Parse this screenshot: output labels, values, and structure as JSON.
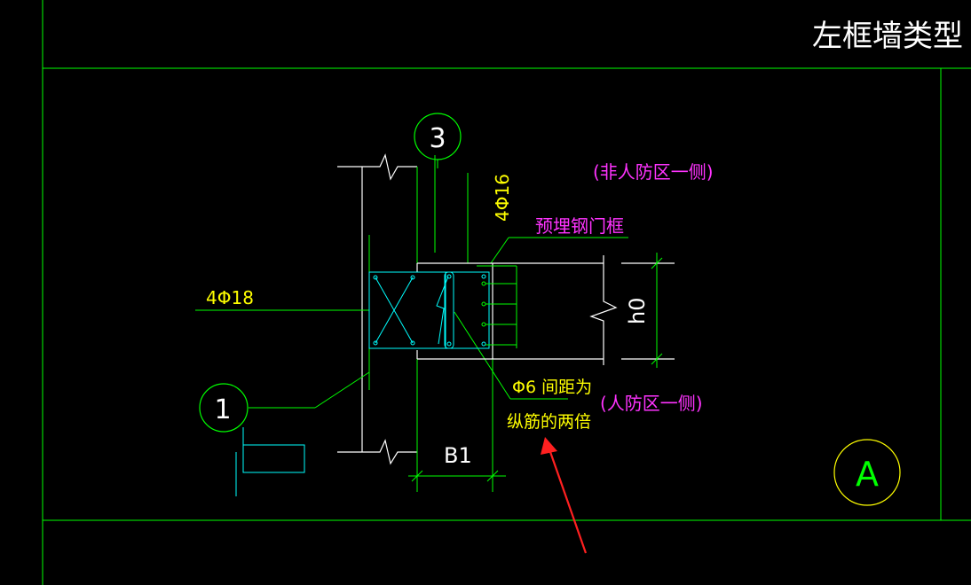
{
  "drawing": {
    "title": "左框墙类型",
    "bubble_3": "3",
    "bubble_1": "1",
    "bubble_a": "A",
    "rebar_vertical": "4Φ16",
    "rebar_horizontal": "4Φ18",
    "embedded_frame": "预埋钢门框",
    "label_h0": "h0",
    "label_b1": "B1",
    "stirrup_line1": "Φ6 间距为",
    "stirrup_line2": "纵筋的两倍",
    "side_non_civil_defense": "(非人防区一侧)",
    "side_civil_defense": "(人防区一侧)"
  },
  "colors": {
    "background": "#000000",
    "frame_line": "#00ff00",
    "wall_line": "#ffffff",
    "rebar_box": "#00ffff",
    "yellow_text": "#ffff00",
    "magenta_text": "#ff33ff",
    "arrow": "#ff2020"
  }
}
